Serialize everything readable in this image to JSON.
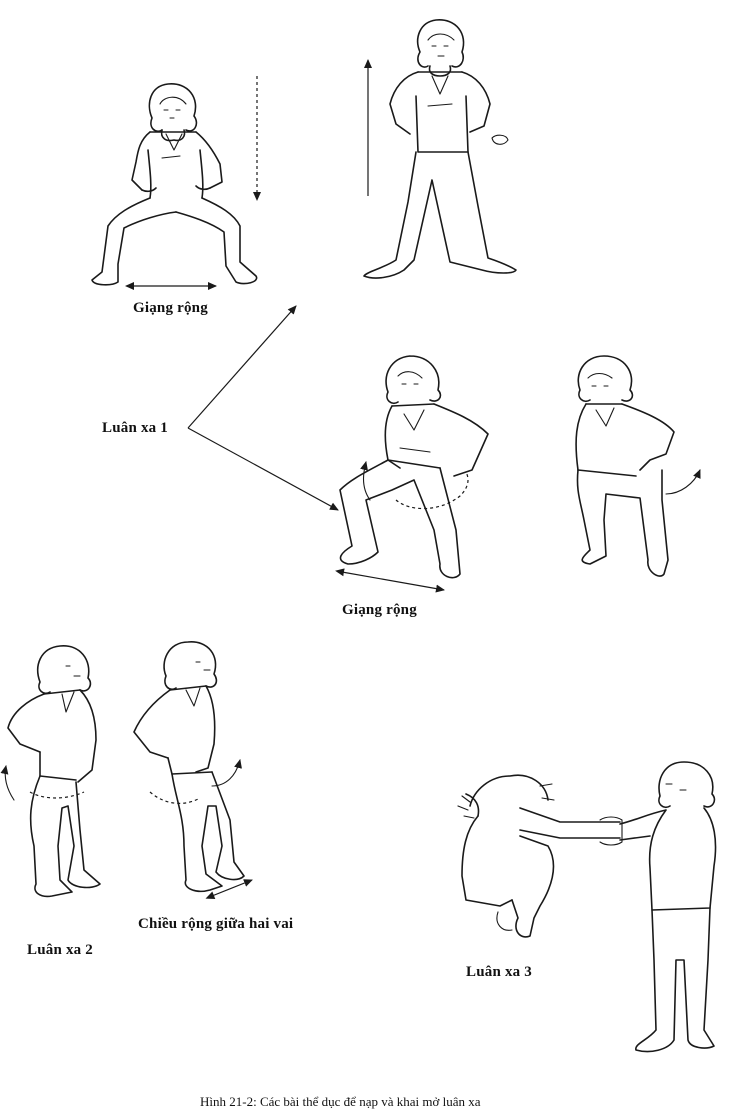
{
  "labels": {
    "giang_rong_top": "Giạng rộng",
    "luan_xa_1": "Luân xa 1",
    "giang_rong_middle": "Giạng rộng",
    "chieu_rong": "Chiều rộng giữa hai vai",
    "luan_xa_2": "Luân xa 2",
    "luan_xa_3": "Luân xa 3"
  },
  "caption": "Hình 21-2: Các bài thể dục để nạp và khai mở luân xa"
}
